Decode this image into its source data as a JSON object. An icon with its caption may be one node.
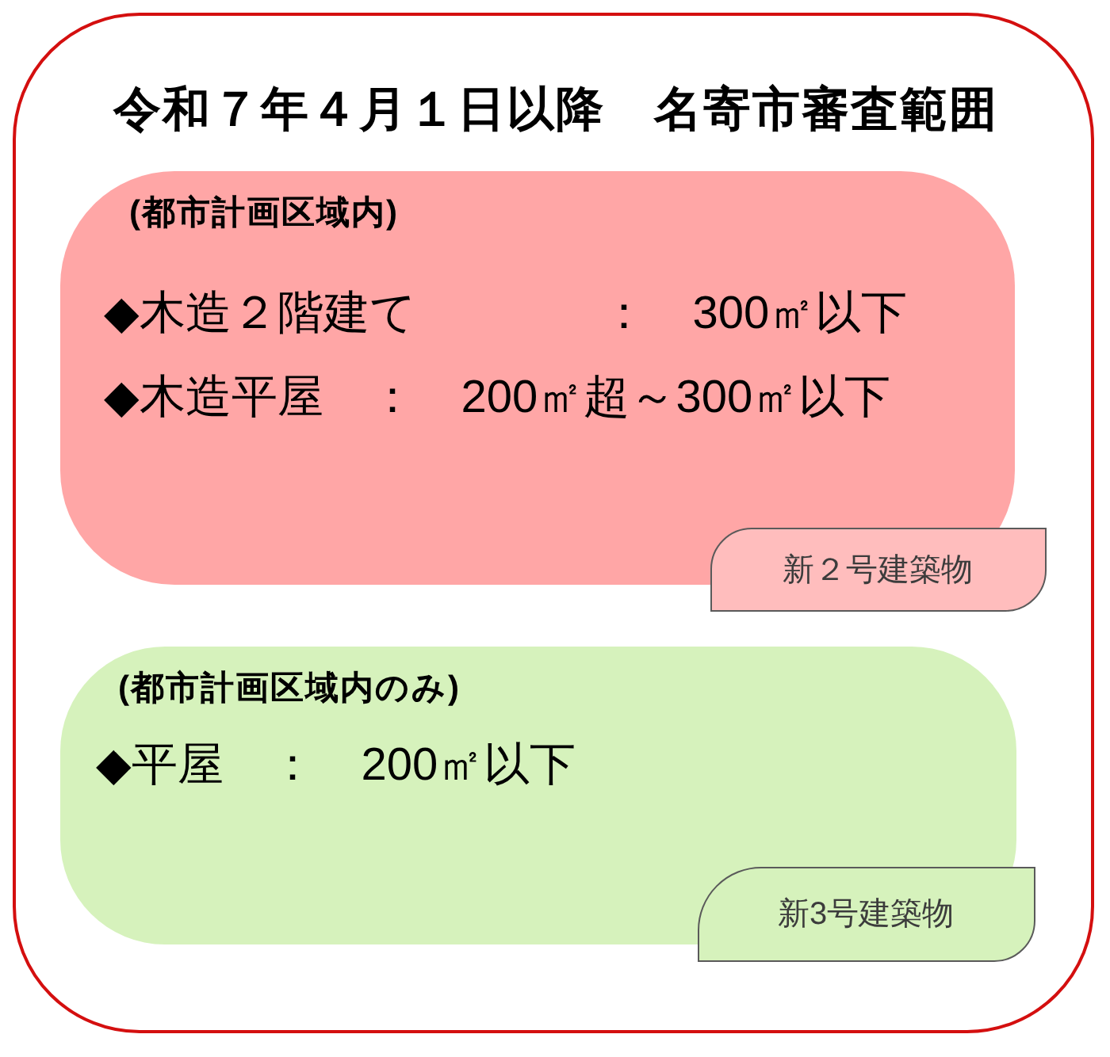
{
  "diagram": {
    "nodes": [
      {
        "text": [
          "令和７年４月１日以降　名寄市審査範囲"
        ]
      },
      {
        "text": [
          "(都市計画区域内)",
          "◆木造２階建て　　　　：　300㎡以下",
          "◆木造平屋　：　200㎡超～300㎡以下"
        ],
        "in": 0
      },
      {
        "text": [
          "新２号建築物"
        ],
        "in": 0
      },
      {
        "text": [
          "(都市計画区域内のみ)",
          "◆平屋　：　200㎡以下"
        ],
        "in": 0
      },
      {
        "text": [
          "新3号建築物"
        ],
        "in": 0
      }
    ]
  }
}
